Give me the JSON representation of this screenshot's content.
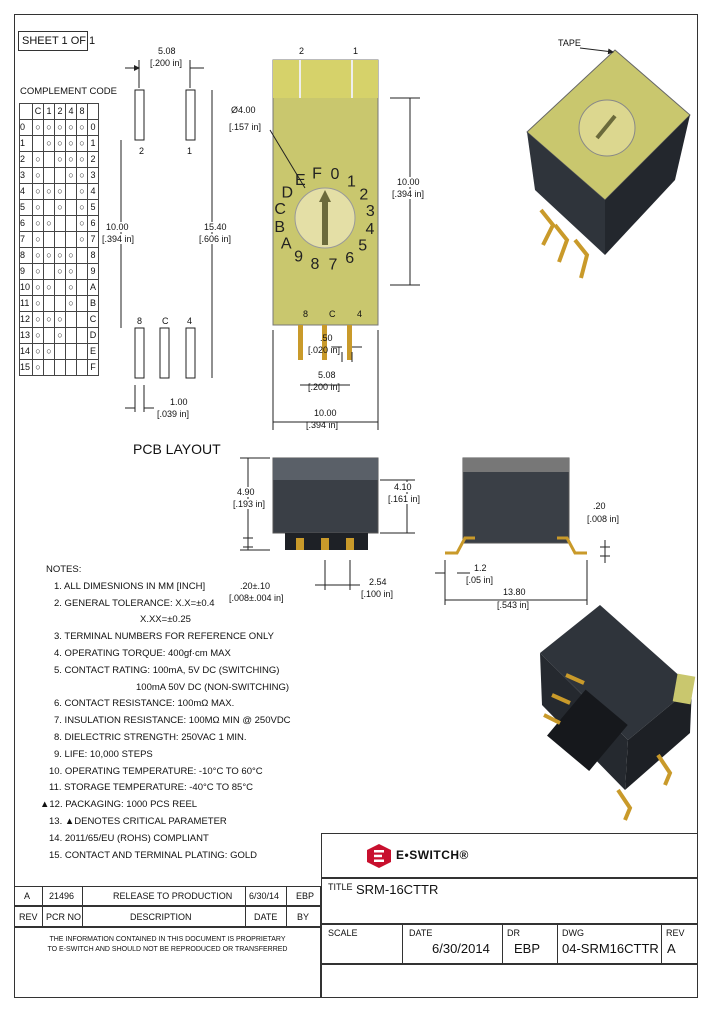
{
  "sheet": "SHEET 1 OF 1",
  "complement": {
    "title": "COMPLEMENT CODE",
    "headers": [
      "",
      "C",
      "1",
      "2",
      "4",
      "8",
      ""
    ],
    "rows": [
      [
        "0",
        "○",
        "○",
        "○",
        "○",
        "○",
        "0"
      ],
      [
        "1",
        "",
        "○",
        "○",
        "○",
        "○",
        "1"
      ],
      [
        "2",
        "○",
        "",
        "○",
        "○",
        "○",
        "2"
      ],
      [
        "3",
        "○",
        "",
        "",
        "○",
        "○",
        "3"
      ],
      [
        "4",
        "○",
        "○",
        "○",
        "",
        "○",
        "4"
      ],
      [
        "5",
        "○",
        "",
        "○",
        "",
        "○",
        "5"
      ],
      [
        "6",
        "○",
        "○",
        "",
        "",
        "○",
        "6"
      ],
      [
        "7",
        "○",
        "",
        "",
        "",
        "○",
        "7"
      ],
      [
        "8",
        "○",
        "○",
        "○",
        "○",
        "",
        "8"
      ],
      [
        "9",
        "○",
        "",
        "○",
        "○",
        "",
        "9"
      ],
      [
        "10",
        "○",
        "○",
        "",
        "○",
        "",
        "A"
      ],
      [
        "11",
        "○",
        "",
        "",
        "○",
        "",
        "B"
      ],
      [
        "12",
        "○",
        "○",
        "○",
        "",
        "",
        "C"
      ],
      [
        "13",
        "○",
        "",
        "○",
        "",
        "",
        "D"
      ],
      [
        "14",
        "○",
        "○",
        "",
        "",
        "",
        "E"
      ],
      [
        "15",
        "○",
        "",
        "",
        "",
        "",
        "F"
      ]
    ]
  },
  "pcb": {
    "title": "PCB LAYOUT",
    "dim_top": "5.08",
    "dim_top_in": "[.200 in]",
    "dim_left": "10.00",
    "dim_left_in": "[.394 in]",
    "dim_tall": "15.40",
    "dim_tall_in": "[.606 in]",
    "dim_bottom": "1.00",
    "dim_bottom_in": "[.039 in]",
    "pad_labels": [
      "2",
      "1",
      "8",
      "C",
      "4"
    ]
  },
  "top_view": {
    "pins_top": [
      "2",
      "1"
    ],
    "pins_bottom": [
      "8",
      "C",
      "4"
    ],
    "dial_chars": [
      "F",
      "0",
      "1",
      "2",
      "3",
      "4",
      "5",
      "6",
      "7",
      "8",
      "9",
      "A",
      "B",
      "C",
      "D",
      "E"
    ],
    "dia": "Ø4.00",
    "dia_in": "[.157 in]",
    "height": "10.00",
    "height_in": "[.394 in]",
    "pin_w": ".50",
    "pin_w_in": "[.020 in]",
    "pitch": "5.08",
    "pitch_in": "[.200 in]",
    "width": "10.00",
    "width_in": "[.394 in]"
  },
  "iso_label": "TAPE",
  "side_left": {
    "h1": "4.90",
    "h1_in": "[.193 in]",
    "h2": "4.10",
    "h2_in": "[.161 in]",
    "pin_t": ".20±.10",
    "pin_t_in": "[.008±.004 in]",
    "pitch": "2.54",
    "pitch_in": "[.100 in]"
  },
  "side_right": {
    "t": ".20",
    "t_in": "[.008 in]",
    "lead": "1.2",
    "lead_in": "[.05 in]",
    "span": "13.80",
    "span_in": "[.543 in]"
  },
  "notes": {
    "title": "NOTES:",
    "items": [
      "1. ALL DIMESNIONS IN MM [INCH]",
      "2. GENERAL TOLERANCE: X.X=±0.4",
      "X.XX=±0.25",
      "3. TERMINAL NUMBERS FOR REFERENCE ONLY",
      "4. OPERATING TORQUE: 400gf·cm MAX",
      "5. CONTACT RATING: 100mA, 5V DC (SWITCHING)",
      "100mA 50V DC (NON-SWITCHING)",
      "6. CONTACT RESISTANCE: 100mΩ MAX.",
      "7. INSULATION RESISTANCE: 100MΩ MIN @ 250VDC",
      "8. DIELECTRIC STRENGTH: 250VAC 1 MIN.",
      "9. LIFE: 10,000 STEPS",
      "10. OPERATING TEMPERATURE: -10°C TO 60°C",
      "11. STORAGE TEMPERATURE: -40°C TO 85°C",
      "▲12. PACKAGING: 1000 PCS REEL",
      "13. ▲DENOTES CRITICAL PARAMETER",
      "14. 2011/65/EU (ROHS) COMPLIANT",
      "15. CONTACT AND TERMINAL PLATING: GOLD"
    ]
  },
  "logo": "E•SWITCH®",
  "revisions": {
    "row": [
      "A",
      "21496",
      "RELEASE TO PRODUCTION",
      "6/30/14",
      "EBP"
    ],
    "headers": [
      "REV",
      "PCR NO",
      "DESCRIPTION",
      "DATE",
      "BY"
    ]
  },
  "proprietary": [
    "THE INFORMATION CONTAINED IN THIS DOCUMENT IS PROPRIETARY",
    "TO E-SWITCH AND SHOULD NOT BE REPRODUCED OR TRANSFERRED"
  ],
  "title_block": {
    "title_label": "TITLE",
    "title": "SRM-16CTTR",
    "scale_label": "SCALE",
    "date_label": "DATE",
    "date": "6/30/2014",
    "dr_label": "DR",
    "dr": "EBP",
    "dwg_label": "DWG",
    "dwg": "04-SRM16CTTR",
    "rev_label": "REV",
    "rev": "A"
  },
  "colors": {
    "switch_yellow": "#c9c76e",
    "body_dark": "#2b2f36",
    "pin_gold": "#c99a2a",
    "logo_red": "#c8102e"
  }
}
